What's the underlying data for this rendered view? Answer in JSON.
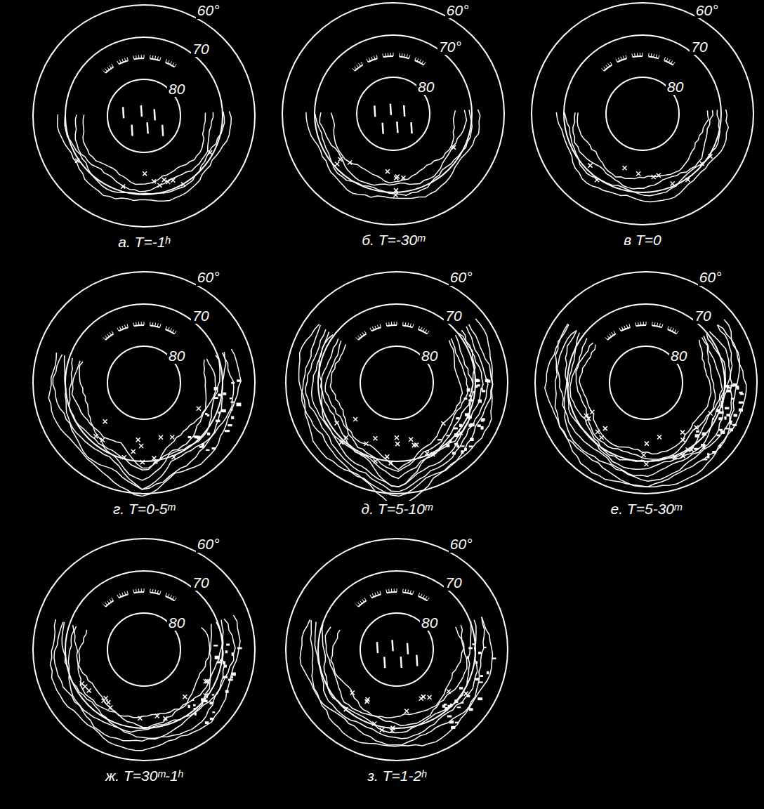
{
  "diagram": {
    "labels": [
      "60°",
      "70",
      "80",
      "а. T=-1ʰ",
      "60°",
      "70°",
      "80",
      "б. T=-30ᵐ",
      "60°",
      "70",
      "80",
      "в T=0",
      "60°",
      "70",
      "80",
      "г. T=0-5ᵐ",
      "60°",
      "70",
      "80",
      "д. T=5-10ᵐ",
      "60°",
      "70",
      "80",
      "е. T=5-30ᵐ",
      "60°",
      "70",
      "80",
      "ж. T=30ᵐ-1ʰ",
      "60°",
      "70",
      "80",
      "з. T=1-2ʰ"
    ]
  }
}
